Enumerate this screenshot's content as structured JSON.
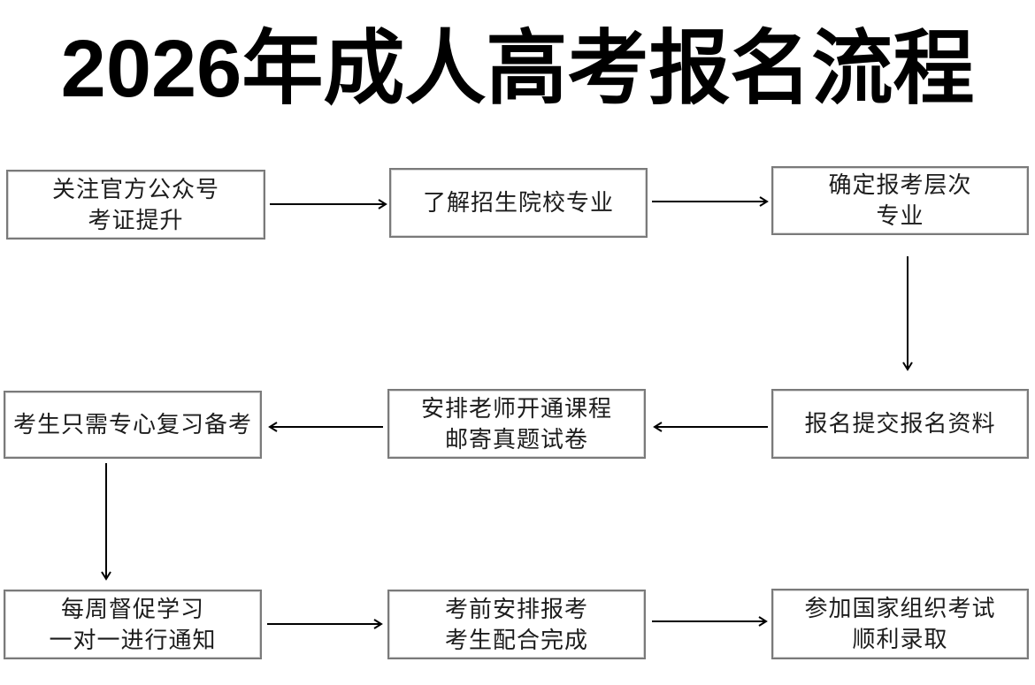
{
  "title": "2026年成人高考报名流程",
  "flow": {
    "nodes": [
      {
        "id": "step-1",
        "lines": [
          "关注官方公众号",
          "考证提升"
        ]
      },
      {
        "id": "step-2",
        "lines": [
          "了解招生院校专业"
        ]
      },
      {
        "id": "step-3",
        "lines": [
          "确定报考层次",
          "专业"
        ]
      },
      {
        "id": "step-4",
        "lines": [
          "报名提交报名资料"
        ]
      },
      {
        "id": "step-5",
        "lines": [
          "安排老师开通课程",
          "邮寄真题试卷"
        ]
      },
      {
        "id": "step-6",
        "lines": [
          "考生只需专心复习备考"
        ]
      },
      {
        "id": "step-7",
        "lines": [
          "每周督促学习",
          "一对一进行通知"
        ]
      },
      {
        "id": "step-8",
        "lines": [
          "考前安排报考",
          "考生配合完成"
        ]
      },
      {
        "id": "step-9",
        "lines": [
          "参加国家组织考试",
          "顺利录取"
        ]
      }
    ],
    "connections": [
      {
        "from": "step-1",
        "to": "step-2",
        "direction": "right"
      },
      {
        "from": "step-2",
        "to": "step-3",
        "direction": "right"
      },
      {
        "from": "step-3",
        "to": "step-4",
        "direction": "down"
      },
      {
        "from": "step-4",
        "to": "step-5",
        "direction": "left"
      },
      {
        "from": "step-5",
        "to": "step-6",
        "direction": "left"
      },
      {
        "from": "step-6",
        "to": "step-7",
        "direction": "down"
      },
      {
        "from": "step-7",
        "to": "step-8",
        "direction": "right"
      },
      {
        "from": "step-8",
        "to": "step-9",
        "direction": "right"
      }
    ],
    "colors": {
      "background": "#ffffff",
      "title_text": "#000000",
      "box_border": "#7a7a7a",
      "box_text": "#1c1c1c",
      "arrow": "#000000"
    }
  }
}
